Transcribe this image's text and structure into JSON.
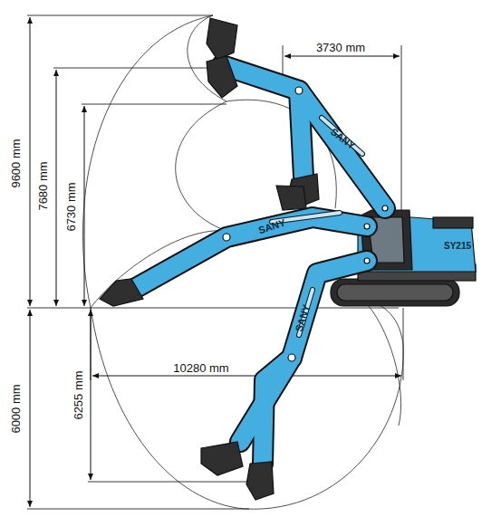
{
  "diagram": {
    "labels": [
      "3730 mm",
      "9600 mm",
      "7680 mm",
      "6730 mm",
      "10280 mm",
      "6000 mm",
      "6255 mm",
      "SANY",
      "SANY",
      "SANY",
      "SY215"
    ]
  }
}
